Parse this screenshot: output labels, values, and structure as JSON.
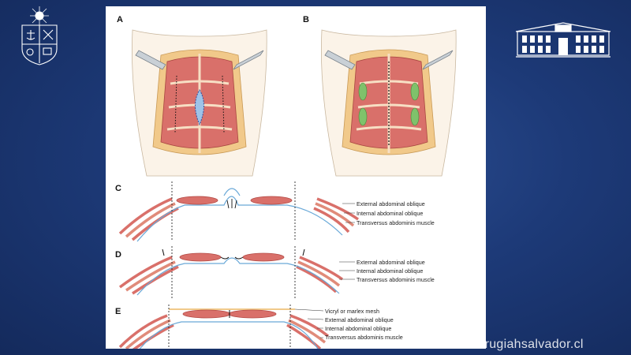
{
  "slide": {
    "background": "#1d3a78",
    "footer_url": "www.cirugiahsalvador.cl"
  },
  "logos": {
    "left": "university-crest-logo",
    "right": "hospital-building-logo"
  },
  "figure": {
    "panel_labels": [
      "A",
      "B",
      "C",
      "D",
      "E"
    ],
    "panel_c": {
      "labels": [
        "External abdominal oblique",
        "Internal abdominal oblique",
        "Transversus abdominis muscle"
      ]
    },
    "panel_d": {
      "labels": [
        "External abdominal oblique",
        "Internal abdominal oblique",
        "Transversus abdominis muscle"
      ]
    },
    "panel_e": {
      "labels": [
        "Vicryl or marlex mesh",
        "External abdominal oblique",
        "Internal abdominal oblique",
        "Transversus abdominis muscle"
      ]
    },
    "colors": {
      "muscle": "#d9706a",
      "muscle_dark": "#b34a45",
      "fat": "#f1c98a",
      "fascia_line": "#6aa9d8",
      "hernia_patch": "#9ec3e8",
      "relaxing_incision": "#7fc26b"
    }
  }
}
